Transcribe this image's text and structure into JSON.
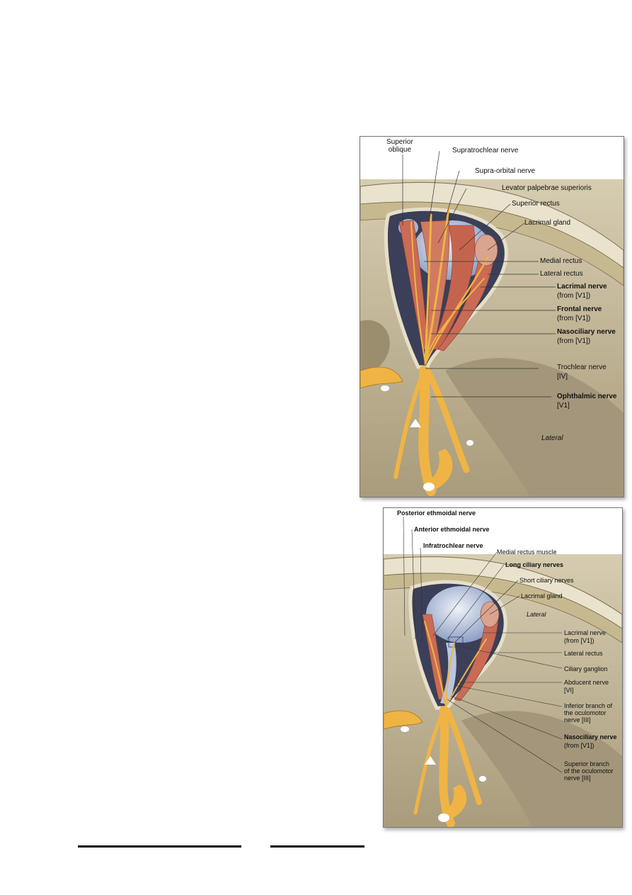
{
  "figure1": {
    "labels": {
      "superior_oblique": "Superior\noblique",
      "supratrochlear": "Supratrochlear nerve",
      "supraorbital": "Supra-orbital nerve",
      "levator": "Levator palpebrae superioris",
      "superior_rectus": "Superior rectus",
      "lacrimal_gland": "Lacrimal gland",
      "medial_rectus": "Medial rectus",
      "lateral_rectus": "Lateral rectus",
      "lacrimal_nerve": "Lacrimal nerve",
      "lacrimal_nerve_from": "(from [V1])",
      "frontal_nerve": "Frontal nerve",
      "frontal_nerve_from": "(from [V1])",
      "nasociliary_nerve": "Nasociliary nerve",
      "nasociliary_nerve_from": "(from [V1])",
      "trochlear_nerve": "Trochlear nerve",
      "trochlear_nerve_num": "[IV]",
      "ophthalmic_nerve": "Ophthalmic nerve",
      "ophthalmic_nerve_num": "[V1]",
      "lateral": "Lateral"
    }
  },
  "figure2": {
    "labels": {
      "posterior_ethmoidal": "Posterior ethmoidal nerve",
      "anterior_ethmoidal": "Anterior ethmoidal nerve",
      "infratrochlear": "Infratrochlear nerve",
      "medial_rectus_muscle": "Medial rectus muscle",
      "long_ciliary": "Long ciliary nerves",
      "short_ciliary": "Short ciliary nerves",
      "lacrimal_gland": "Lacrimal gland",
      "lateral": "Lateral",
      "lacrimal_nerve": "Lacrimal nerve",
      "lacrimal_nerve_from": "(from [V1])",
      "lateral_rectus": "Lateral rectus",
      "ciliary_ganglion": "Ciliary ganglion",
      "abducent_nerve": "Abducent nerve",
      "abducent_nerve_num": "[VI]",
      "inferior_branch": "Inferior branch of\nthe oculomotor\nnerve [III]",
      "nasociliary_nerve": "Nasociliary  nerve",
      "nasociliary_nerve_from": "(from [V1])",
      "superior_branch": "Superior branch\nof the oculomotor\nnerve [III]"
    }
  },
  "colors": {
    "bone": "#cbbf9f",
    "muscle": "#c96b55",
    "nerve": "#f0b444",
    "eyeball": "#b9c6dd"
  }
}
